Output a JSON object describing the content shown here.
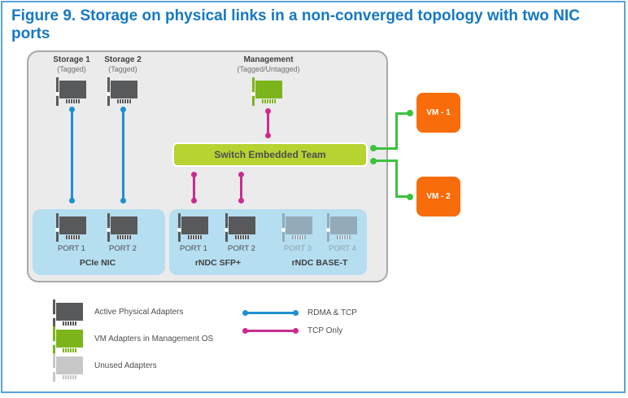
{
  "title": "Figure 9. Storage on physical links in a non-converged topology with two NIC ports",
  "diagram": {
    "nodes": {
      "storage1": {
        "label": "Storage 1",
        "sub": "(Tagged)"
      },
      "storage2": {
        "label": "Storage 2",
        "sub": "(Tagged)"
      },
      "management": {
        "label": "Management",
        "sub": "(Tagged/Untagged)"
      }
    },
    "switch_label": "Switch Embedded Team",
    "vms": [
      {
        "label": "VM - 1"
      },
      {
        "label": "VM - 2"
      }
    ],
    "nic_groups": [
      {
        "name": "PCIe NIC",
        "ports": [
          "PORT 1",
          "PORT 2"
        ]
      },
      {
        "name": "rNDC SFP+",
        "ports": [
          "PORT 1",
          "PORT 2"
        ]
      },
      {
        "name": "rNDC BASE-T",
        "ports": [
          "PORT 3",
          "PORT 4"
        ]
      }
    ]
  },
  "legend": {
    "adapters": [
      {
        "label": "Active Physical Adapters",
        "color": "#58595b"
      },
      {
        "label": "VM Adapters in Management OS",
        "color": "#7cb41c"
      },
      {
        "label": "Unused Adapters",
        "color": "#c7c7c7"
      }
    ],
    "links": [
      {
        "label": "RDMA & TCP",
        "color": "#1e8fd0"
      },
      {
        "label": "TCP Only",
        "color": "#cd2b8f"
      }
    ]
  },
  "colors": {
    "title_blue": "#1579c2",
    "frame_blue": "#5ba2d8",
    "switch_green": "#b6d331",
    "vm_orange": "#f86d0a",
    "nic_box_blue": "#b6def1",
    "connector_green": "#3fc13f"
  }
}
